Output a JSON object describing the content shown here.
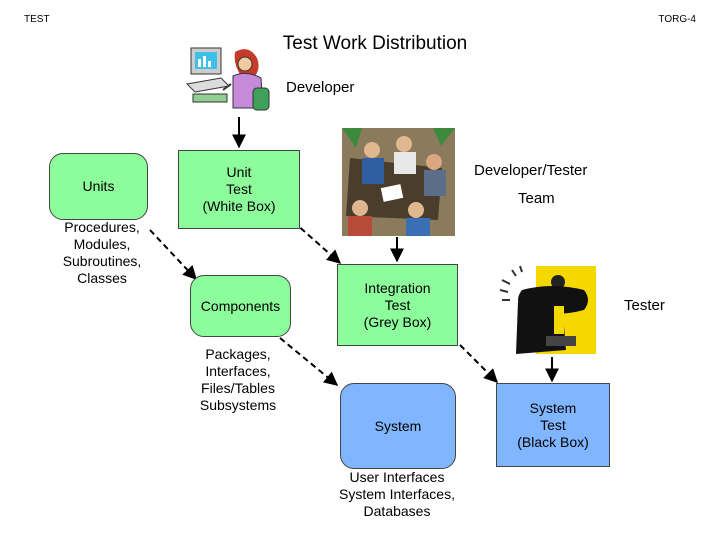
{
  "header": {
    "left": "TEST",
    "right": "TORG-4"
  },
  "title": "Test  Work Distribution",
  "developer_label": "Developer",
  "units": "Units",
  "unit_test": "Unit\nTest\n(White Box)",
  "units_detail": "Procedures,\nModules,\nSubroutines,\nClasses",
  "components": "Components",
  "components_detail": "Packages,\nInterfaces,\nFiles/Tables\nSubsystems",
  "devtester_label_1": "Developer/Tester",
  "devtester_label_2": "Team",
  "integration_test": "Integration\nTest\n(Grey Box)",
  "tester_label": "Tester",
  "system": "System",
  "system_detail": "User Interfaces\nSystem Interfaces,\nDatabases",
  "system_test": "System\nTest\n(Black Box)",
  "colors": {
    "green": "#8dfc9a",
    "blue": "#7fb6ff"
  },
  "icons": [
    "developer-clipart",
    "team-meeting-clipart",
    "tester-clipart"
  ]
}
